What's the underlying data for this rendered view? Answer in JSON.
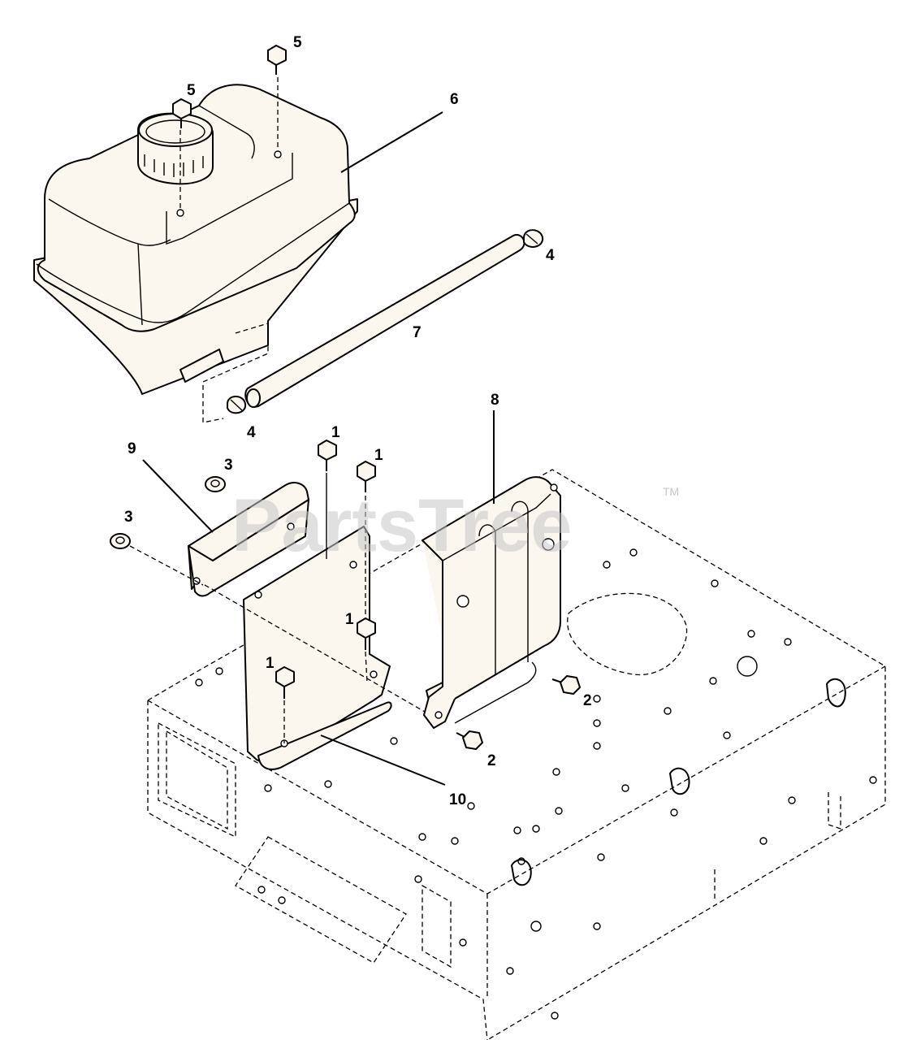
{
  "watermark": {
    "text": "PartsTree",
    "trademark": "TM"
  },
  "callouts": [
    {
      "id": "c1a",
      "text": "1"
    },
    {
      "id": "c1b",
      "text": "1"
    },
    {
      "id": "c1c",
      "text": "1"
    },
    {
      "id": "c1d",
      "text": "1"
    },
    {
      "id": "c2a",
      "text": "2"
    },
    {
      "id": "c2b",
      "text": "2"
    },
    {
      "id": "c3a",
      "text": "3"
    },
    {
      "id": "c3b",
      "text": "3"
    },
    {
      "id": "c4a",
      "text": "4"
    },
    {
      "id": "c4b",
      "text": "4"
    },
    {
      "id": "c5a",
      "text": "5"
    },
    {
      "id": "c5b",
      "text": "5"
    },
    {
      "id": "c6",
      "text": "6"
    },
    {
      "id": "c7",
      "text": "7"
    },
    {
      "id": "c8",
      "text": "8"
    },
    {
      "id": "c9",
      "text": "9"
    },
    {
      "id": "c10",
      "text": "10"
    }
  ]
}
